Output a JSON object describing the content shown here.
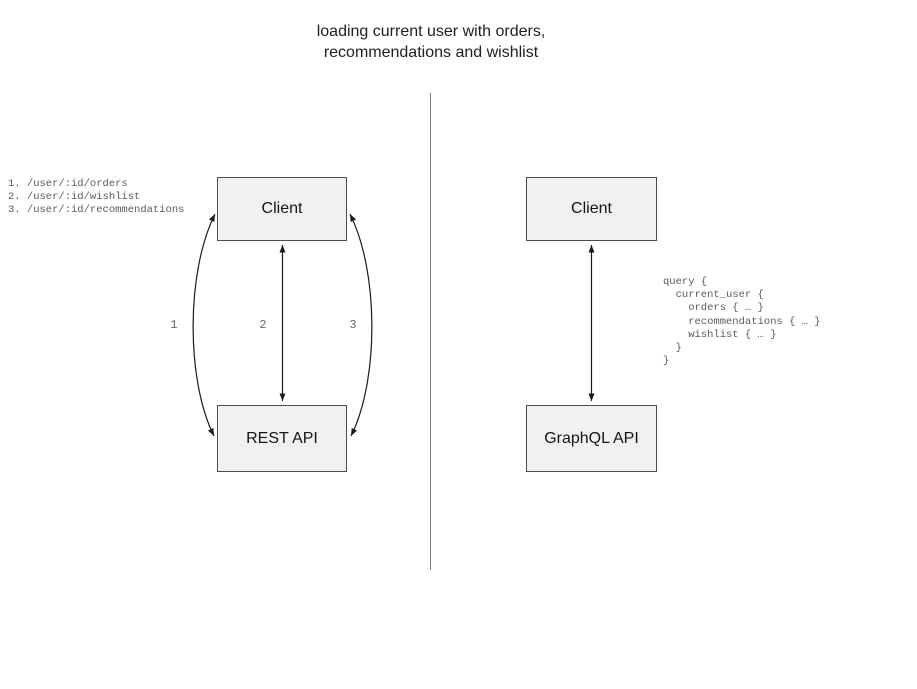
{
  "title": {
    "line1": "loading current user with orders,",
    "line2": "recommendations and wishlist"
  },
  "rest_side": {
    "endpoint_list": "1. /user/:id/orders\n2. /user/:id/wishlist\n3. /user/:id/recommendations",
    "client_box_label": "Client",
    "api_box_label": "REST API",
    "arrow_labels": [
      "1",
      "2",
      "3"
    ]
  },
  "graphql_side": {
    "client_box_label": "Client",
    "api_box_label": "GraphQL API",
    "query_code": "query {\n  current_user {\n    orders { … }\n    recommendations { … }\n    wishlist { … }\n  }\n}"
  },
  "colors": {
    "box_fill": "#f1f1f1",
    "box_border": "#4c4c4c",
    "arrow": "#1a1a1a",
    "code_text": "#5a5a5a",
    "label_text": "#666666",
    "divider": "#7d7d7d",
    "title_text": "#1f1f1f"
  }
}
